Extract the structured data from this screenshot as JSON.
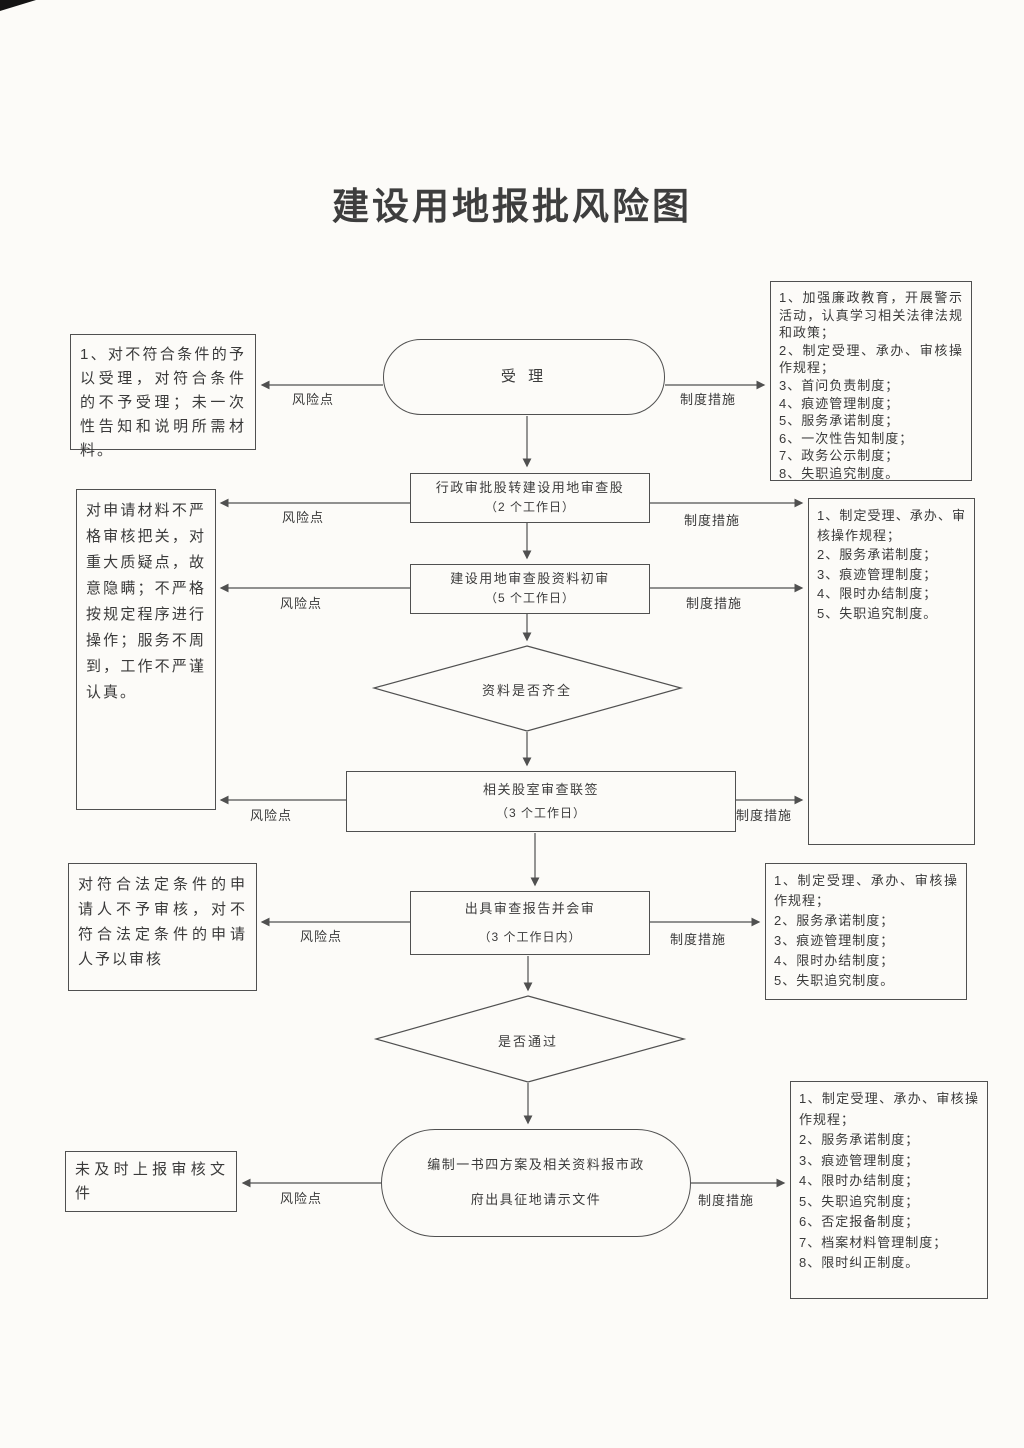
{
  "page": {
    "title": "建设用地报批风险图"
  },
  "labels": {
    "risk": "风险点",
    "measure": "制度措施"
  },
  "flow": {
    "accept": "受  理",
    "transfer": {
      "line1": "行政审批股转建设用地审查股",
      "line2": "（2 个工作日）"
    },
    "initial": {
      "line1": "建设用地审查股资料初审",
      "line2": "（5 个工作日）"
    },
    "complete_check": "资料是否齐全",
    "joint": {
      "line1": "相关股室审查联签",
      "line2": "（3 个工作日）"
    },
    "report": {
      "line1": "出具审查报告并会审",
      "line2": "（3 个工作日内）"
    },
    "pass_check": "是否通过",
    "final": {
      "line1": "编制一书四方案及相关资料报市政",
      "line2": "府出具征地请示文件"
    }
  },
  "risk_boxes": [
    {
      "text": "1、对不符合条件的予以受理，对符合条件的不予受理；未一次性告知和说明所需材料。"
    },
    {
      "text": "对申请材料不严格审核把关，对重大质疑点，故意隐瞒；不严格按规定程序进行操作；服务不周到，工作不严谨认真。"
    },
    {
      "text": "对符合法定条件的申请人不予审核，对不符合法定条件的申请人予以审核"
    },
    {
      "text": "未及时上报审核文件"
    }
  ],
  "measure_boxes": [
    {
      "text": "1、加强廉政教育，开展警示活动，认真学习相关法律法规和政策；\n2、制定受理、承办、审核操作规程；\n3、首问负责制度；\n4、痕迹管理制度；\n5、服务承诺制度；\n6、一次性告知制度；\n7、政务公示制度；\n8、失职追究制度。"
    },
    {
      "text": "1、制定受理、承办、审核操作规程；\n2、服务承诺制度；\n3、痕迹管理制度；\n4、限时办结制度；\n5、失职追究制度。"
    },
    {
      "text": "1、制定受理、承办、审核操作规程；\n2、服务承诺制度；\n3、痕迹管理制度；\n4、限时办结制度；\n5、失职追究制度。"
    },
    {
      "text": "1、制定受理、承办、审核操作规程；\n2、服务承诺制度；\n3、痕迹管理制度；\n4、限时办结制度；\n5、失职追究制度；\n6、否定报备制度；\n7、档案材料管理制度；\n8、限时纠正制度。"
    }
  ]
}
